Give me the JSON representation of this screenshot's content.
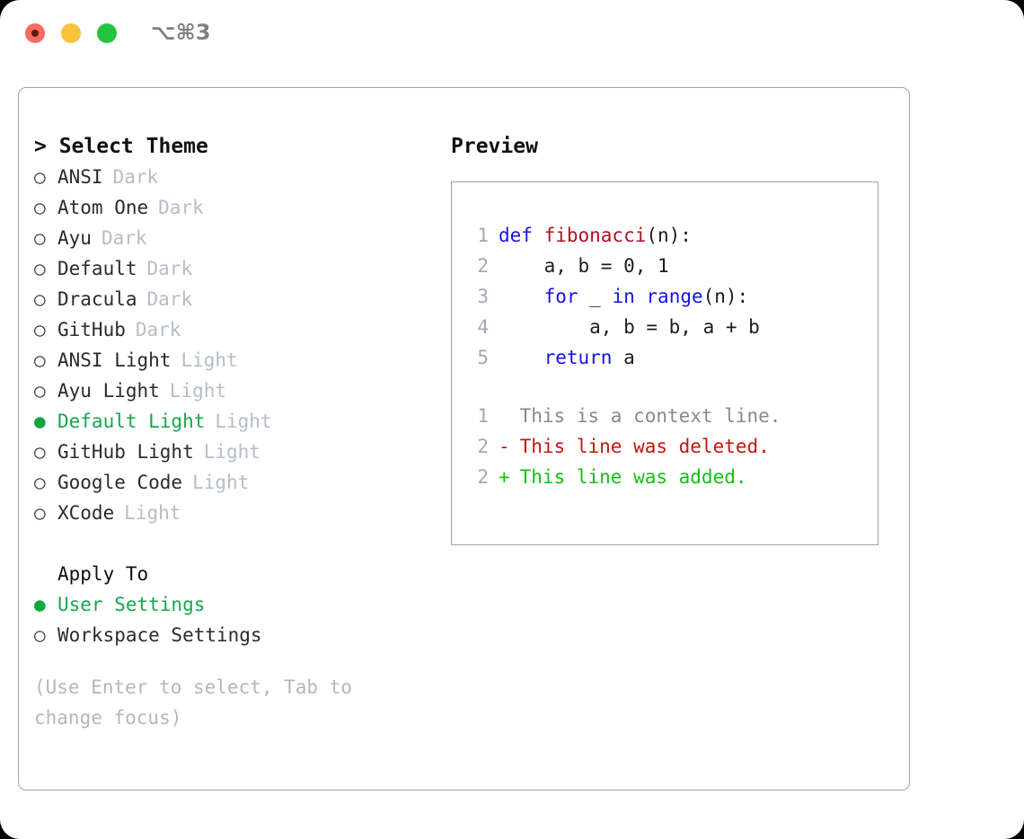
{
  "window": {
    "shortcut": "⌥⌘3",
    "traffic_lights": [
      "close-red",
      "minimize-yellow",
      "maximize-green"
    ],
    "colors": {
      "red": "#fa6a63",
      "yellow": "#f9c13c",
      "green": "#23c53f",
      "accent_green": "#16a84a",
      "border": "#9aa5b4",
      "muted": "#b6bdc7"
    }
  },
  "theme_list": {
    "header": "> Select Theme",
    "items": [
      {
        "marker": "○",
        "name": "ANSI",
        "category": "Dark",
        "selected": false
      },
      {
        "marker": "○",
        "name": "Atom One",
        "category": "Dark",
        "selected": false
      },
      {
        "marker": "○",
        "name": "Ayu",
        "category": "Dark",
        "selected": false
      },
      {
        "marker": "○",
        "name": "Default",
        "category": "Dark",
        "selected": false
      },
      {
        "marker": "○",
        "name": "Dracula",
        "category": "Dark",
        "selected": false
      },
      {
        "marker": "○",
        "name": "GitHub",
        "category": "Dark",
        "selected": false
      },
      {
        "marker": "○",
        "name": "ANSI Light",
        "category": "Light",
        "selected": false
      },
      {
        "marker": "○",
        "name": "Ayu Light",
        "category": "Light",
        "selected": false
      },
      {
        "marker": "●",
        "name": "Default Light",
        "category": "Light",
        "selected": true
      },
      {
        "marker": "○",
        "name": "GitHub Light",
        "category": "Light",
        "selected": false
      },
      {
        "marker": "○",
        "name": "Google Code",
        "category": "Light",
        "selected": false
      },
      {
        "marker": "○",
        "name": "XCode",
        "category": "Light",
        "selected": false
      }
    ]
  },
  "apply_to": {
    "header": "Apply To",
    "items": [
      {
        "marker": "●",
        "name": "User Settings",
        "selected": true
      },
      {
        "marker": "○",
        "name": "Workspace Settings",
        "selected": false
      }
    ]
  },
  "hint": "(Use Enter to select, Tab to change focus)",
  "preview": {
    "header": "Preview",
    "code_lines": [
      {
        "number": "1",
        "tokens": [
          {
            "text": "def ",
            "kind": "keyword"
          },
          {
            "text": "fibonacci",
            "kind": "function"
          },
          {
            "text": "(n):",
            "kind": "plain"
          }
        ]
      },
      {
        "number": "2",
        "tokens": [
          {
            "text": "    a, b = 0, 1",
            "kind": "plain"
          }
        ]
      },
      {
        "number": "3",
        "tokens": [
          {
            "text": "    ",
            "kind": "plain"
          },
          {
            "text": "for",
            "kind": "keyword"
          },
          {
            "text": " _ ",
            "kind": "plain"
          },
          {
            "text": "in",
            "kind": "keyword"
          },
          {
            "text": " ",
            "kind": "plain"
          },
          {
            "text": "range",
            "kind": "keyword"
          },
          {
            "text": "(n):",
            "kind": "plain"
          }
        ]
      },
      {
        "number": "4",
        "tokens": [
          {
            "text": "        a, b = b, a + b",
            "kind": "plain"
          }
        ]
      },
      {
        "number": "5",
        "tokens": [
          {
            "text": "    ",
            "kind": "plain"
          },
          {
            "text": "return",
            "kind": "keyword"
          },
          {
            "text": " a",
            "kind": "plain"
          }
        ]
      }
    ],
    "diff_lines": [
      {
        "number": "1",
        "mark": " ",
        "text": " This is a context line.",
        "kind": "context"
      },
      {
        "number": "2",
        "mark": "-",
        "text": " This line was deleted.",
        "kind": "deleted"
      },
      {
        "number": "2",
        "mark": "+",
        "text": " This line was added.",
        "kind": "added"
      }
    ]
  }
}
